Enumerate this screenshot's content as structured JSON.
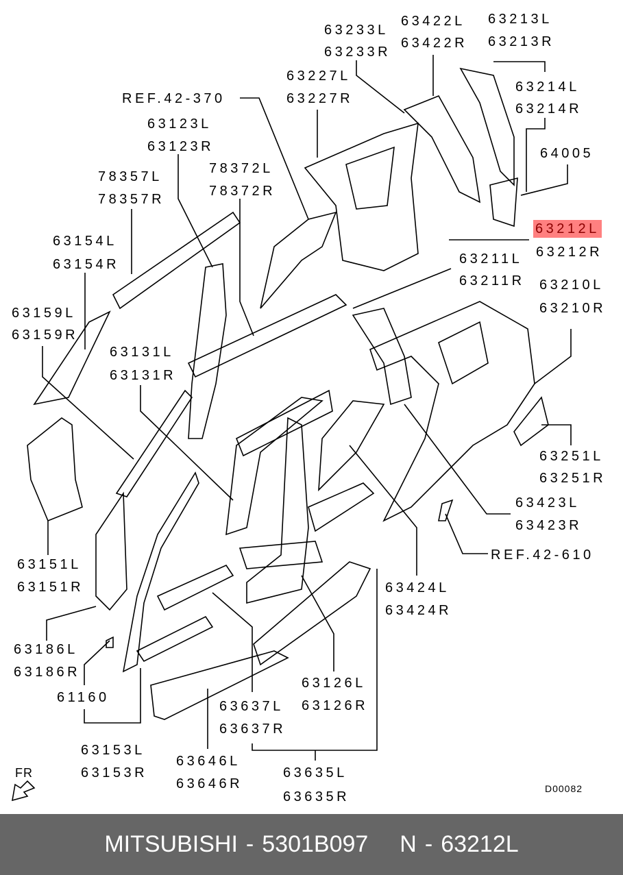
{
  "callouts": {
    "c63233L": "63233L",
    "c63233R": "63233R",
    "c63422L": "63422L",
    "c63422R": "63422R",
    "c63213L": "63213L",
    "c63213R": "63213R",
    "c63227L": "63227L",
    "c63227R": "63227R",
    "c63214L": "63214L",
    "c63214R": "63214R",
    "ref42370": "REF.42-370",
    "c63123L": "63123L",
    "c63123R": "63123R",
    "c64005": "64005",
    "c78357L": "78357L",
    "c78357R": "78357R",
    "c78372L": "78372L",
    "c78372R": "78372R",
    "c63212L": "63212L",
    "c63212R": "63212R",
    "c63154L": "63154L",
    "c63154R": "63154R",
    "c63211L": "63211L",
    "c63211R": "63211R",
    "c63210L": "63210L",
    "c63210R": "63210R",
    "c63159L": "63159L",
    "c63159R": "63159R",
    "c63131L": "63131L",
    "c63131R": "63131R",
    "c63251L": "63251L",
    "c63251R": "63251R",
    "c63423L": "63423L",
    "c63423R": "63423R",
    "ref42610": "REF.42-610",
    "c63151L": "63151L",
    "c63151R": "63151R",
    "c63424L": "63424L",
    "c63424R": "63424R",
    "c63186L": "63186L",
    "c63186R": "63186R",
    "c63126L": "63126L",
    "c63126R": "63126R",
    "c61160": "61160",
    "c63637L": "63637L",
    "c63637R": "63637R",
    "c63153L": "63153L",
    "c63153R": "63153R",
    "c63646L": "63646L",
    "c63646R": "63646R",
    "c63635L": "63635L",
    "c63635R": "63635R"
  },
  "highlighted_part": "63212L",
  "highlight_color": "#ff8080",
  "direction_label": "FR",
  "diagram_code": "D00082",
  "footer": {
    "brand": "MITSUBISHI",
    "sep1": "-",
    "part_number": "5301B097",
    "n_label": "N",
    "sep2": "-",
    "ref": "63212L"
  }
}
